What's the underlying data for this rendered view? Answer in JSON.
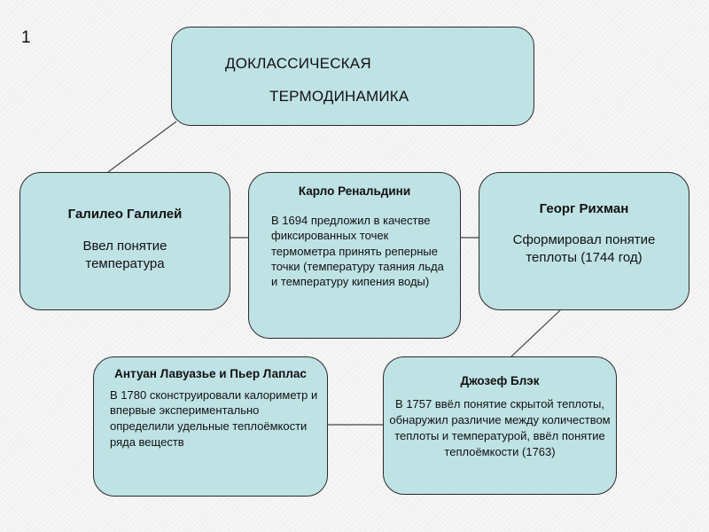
{
  "slide_number": "1",
  "title": {
    "line1": "ДОКЛАССИЧЕСКАЯ",
    "line2": "ТЕРМОДИНАМИКА"
  },
  "nodes": {
    "galileo": {
      "name": "Галилео Галилей",
      "text": "Ввел понятие температура"
    },
    "rinaldini": {
      "name": "Карло Ренальдини",
      "text": "В 1694 предложил в качестве фиксированных точек термометра принять реперные точки (температуру таяния льда и температуру кипения воды)"
    },
    "richmann": {
      "name": "Георг Рихман",
      "text": "Сформировал понятие теплоты (1744 год)"
    },
    "lavoisier": {
      "name": "Антуан Лавуазье и Пьер Лаплас",
      "text": "В 1780 сконструировали калориметр и впервые экспериментально определили удельные теплоёмкости ряда веществ"
    },
    "black": {
      "name": "Джозеф Блэк",
      "text": "В 1757 ввёл понятие скрытой теплоты, обнаружил различие между количеством теплоты и температурой, ввёл понятие теплоёмкости (1763)"
    }
  },
  "colors": {
    "box_fill": "#bfe2e5",
    "box_border": "#2b2b2b",
    "connector": "#444444"
  }
}
